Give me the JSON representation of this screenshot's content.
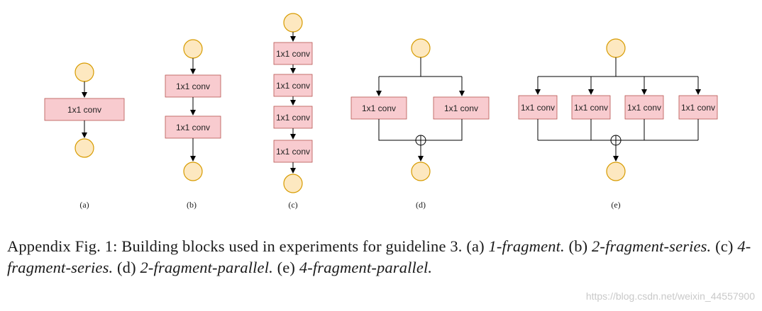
{
  "diagram": {
    "node_text": "1x1 conv",
    "panels": [
      {
        "id": "a",
        "label": "(a)"
      },
      {
        "id": "b",
        "label": "(b)"
      },
      {
        "id": "c",
        "label": "(c)"
      },
      {
        "id": "d",
        "label": "(d)"
      },
      {
        "id": "e",
        "label": "(e)"
      }
    ],
    "colors": {
      "conv_fill": "#f8cbcf",
      "conv_stroke": "#b85450",
      "node_fill": "#fde8c0",
      "node_stroke": "#d79b00",
      "edge": "#000000"
    }
  },
  "caption": {
    "prefix": "Appendix Fig. 1: Building blocks used in experiments for guideline 3. ",
    "a_tag": "(a) ",
    "a_name": "1-fragment.",
    "b_tag": " (b) ",
    "b_name": "2-fragment-series.",
    "c_tag": " (c) ",
    "c_name": "4-fragment-series.",
    "d_tag": " (d) ",
    "d_name": "2-fragment-parallel.",
    "e_tag": " (e) ",
    "e_name": "4-fragment-parallel."
  },
  "watermark": "https://blog.csdn.net/weixin_44557900"
}
